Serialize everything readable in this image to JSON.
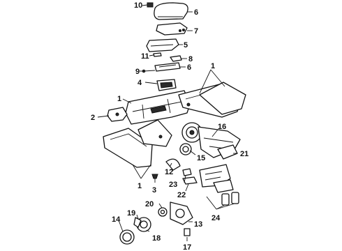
{
  "callouts": {
    "c10": "10",
    "c6a": "6",
    "c7": "7",
    "c5": "5",
    "c11": "11",
    "c8": "8",
    "c9": "9",
    "c6b": "6",
    "c4": "4",
    "c1a": "1",
    "c1b": "1",
    "c2": "2",
    "c16": "16",
    "c15": "15",
    "c21": "21",
    "c12": "12",
    "c1c": "1",
    "c3": "3",
    "c23": "23",
    "c22": "22",
    "c24": "24",
    "c20": "20",
    "c19": "19",
    "c14": "14",
    "c18": "18",
    "c13": "13",
    "c17": "17"
  }
}
